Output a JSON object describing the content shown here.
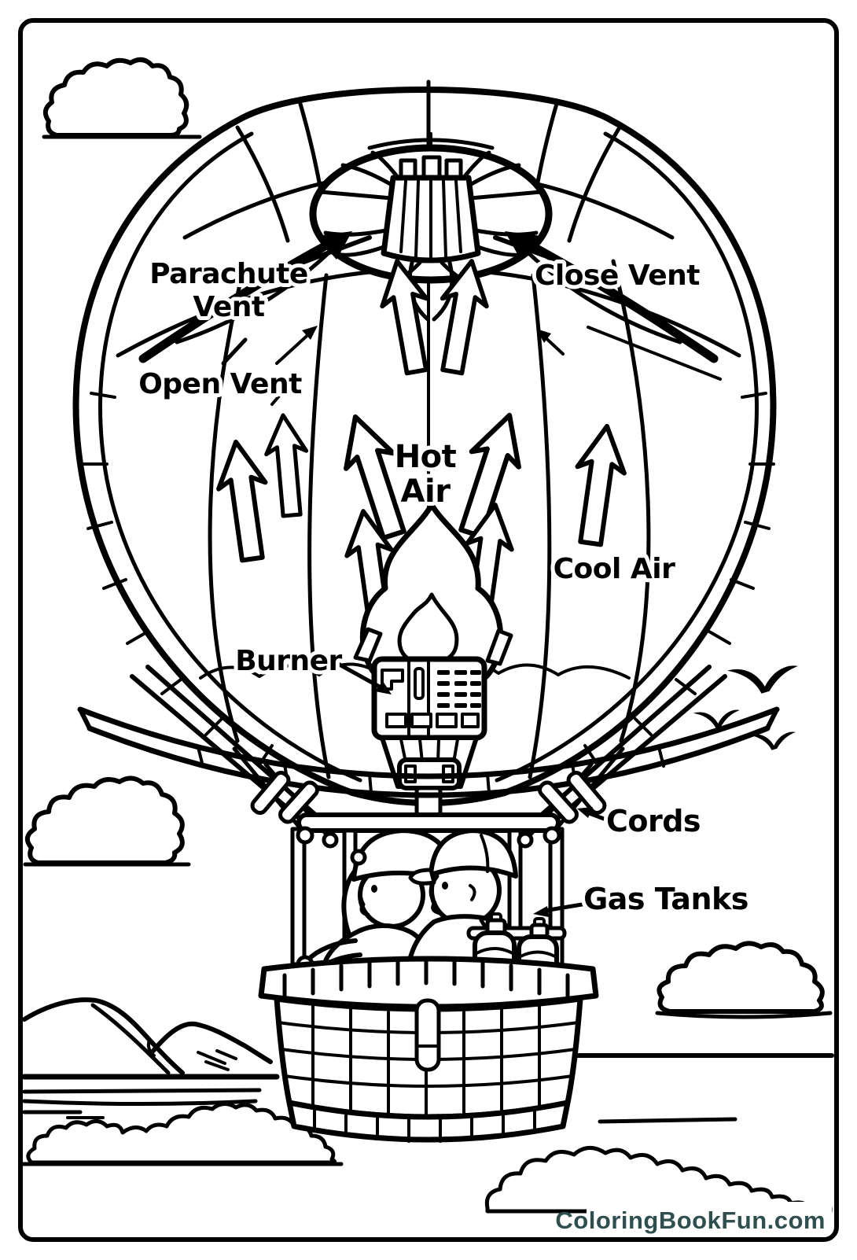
{
  "labels": {
    "parachute_line1": "Parachute",
    "parachute_line2": "Vent",
    "open_vent": "Open Vent",
    "close_vent": "Close Vent",
    "hot_line1": "Hot",
    "hot_line2": "Air",
    "cool_air": "Cool Air",
    "burner": "Burner",
    "cords": "Cords",
    "gas_tanks": "Gas Tanks"
  },
  "watermark": {
    "text": "ColoringBookFun.com",
    "color": "#2F4F4F"
  },
  "style": {
    "ink": "#000000",
    "paper": "#FFFFFF"
  }
}
